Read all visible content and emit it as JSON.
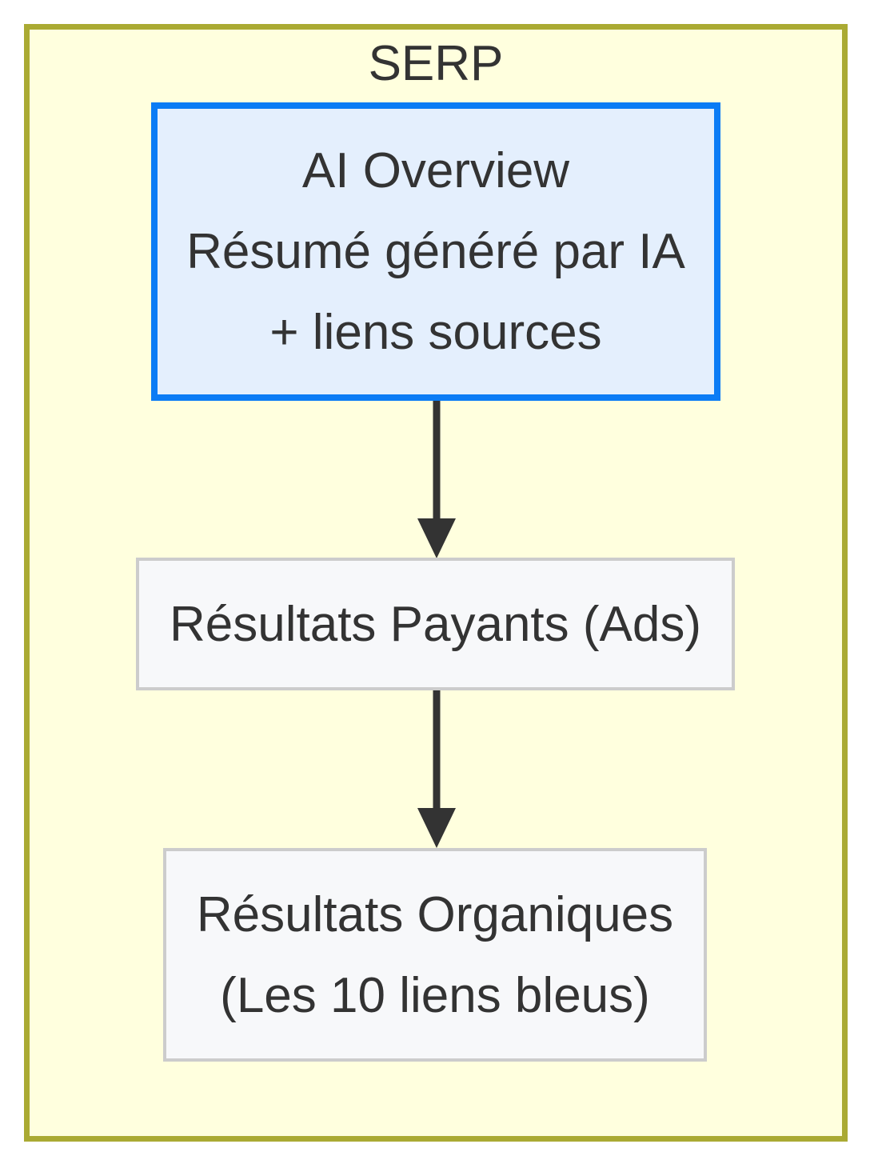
{
  "diagram": {
    "container": {
      "title": "SERP",
      "fill": "#ffffde",
      "border_color": "#aaaa33"
    },
    "nodes": [
      {
        "id": "ai-overview",
        "lines": [
          "AI Overview",
          "Résumé généré par IA",
          "+ liens sources"
        ],
        "fill": "#e4effd",
        "border_color": "#0b7cf5"
      },
      {
        "id": "resultats-payants",
        "lines": [
          "Résultats Payants (Ads)"
        ],
        "fill": "#f7f8fa",
        "border_color": "#cccccc"
      },
      {
        "id": "resultats-organiques",
        "lines": [
          "Résultats Organiques",
          "(Les 10 liens bleus)"
        ],
        "fill": "#f7f8fa",
        "border_color": "#cccccc"
      }
    ],
    "edges": [
      {
        "from": "ai-overview",
        "to": "resultats-payants"
      },
      {
        "from": "resultats-payants",
        "to": "resultats-organiques"
      }
    ],
    "text_color": "#333333",
    "arrow_color": "#333333"
  }
}
